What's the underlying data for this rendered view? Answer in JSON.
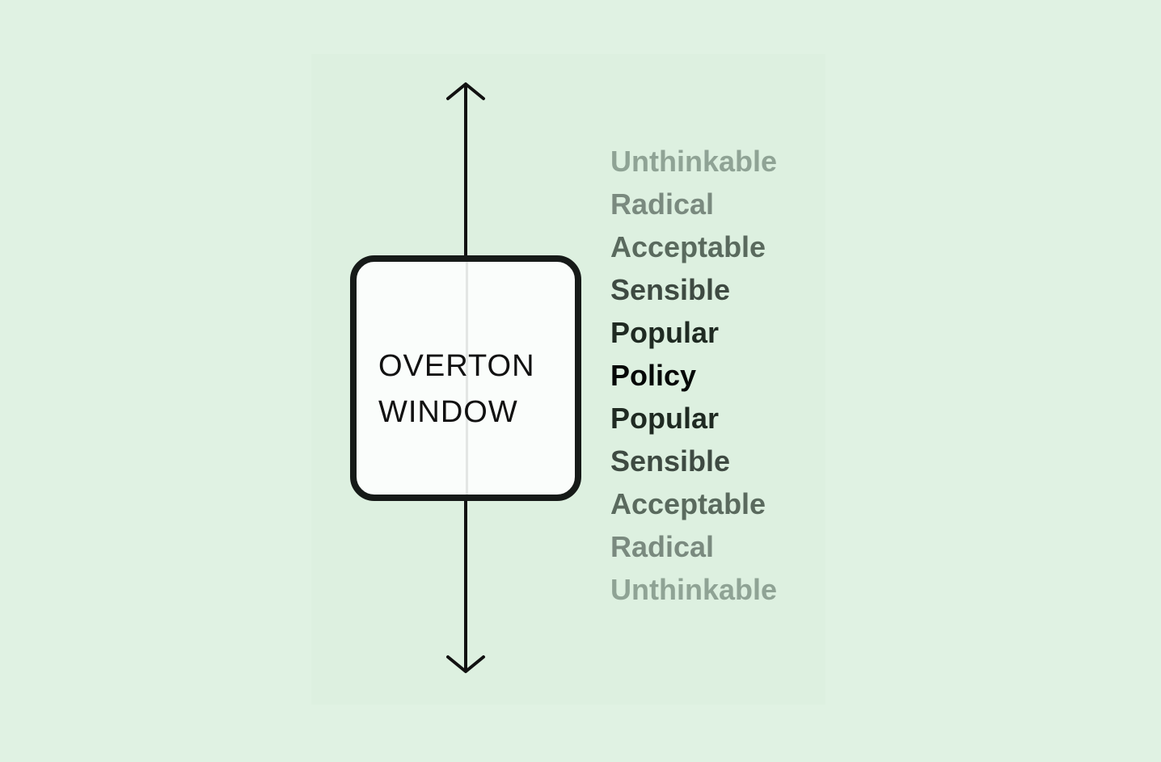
{
  "window": {
    "title_line1": "OVERTON",
    "title_line2": "WINDOW"
  },
  "levels": [
    {
      "label": "Unthinkable",
      "color": "#8fa395"
    },
    {
      "label": "Radical",
      "color": "#7a8a7f"
    },
    {
      "label": "Acceptable",
      "color": "#5a6a5e"
    },
    {
      "label": "Sensible",
      "color": "#3e4a42"
    },
    {
      "label": "Popular",
      "color": "#1f2a22"
    },
    {
      "label": "Policy",
      "color": "#050807"
    },
    {
      "label": "Popular",
      "color": "#1f2a22"
    },
    {
      "label": "Sensible",
      "color": "#3e4a42"
    },
    {
      "label": "Acceptable",
      "color": "#5a6a5e"
    },
    {
      "label": "Radical",
      "color": "#7a8a7f"
    },
    {
      "label": "Unthinkable",
      "color": "#8fa395"
    }
  ],
  "colors": {
    "background": "#e0f2e3",
    "panel": "#ddf0e0",
    "stroke": "#161a18"
  }
}
